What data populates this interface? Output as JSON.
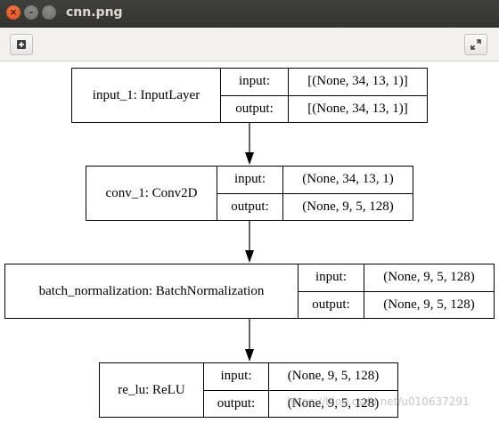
{
  "window": {
    "title": "cnn.png"
  },
  "toolbar": {
    "left_icon": "plus-icon",
    "right_icon": "fullscreen-icon"
  },
  "nodes": [
    {
      "name": "input_1: InputLayer",
      "input_label": "input:",
      "output_label": "output:",
      "input": "[(None, 34, 13, 1)]",
      "output": "[(None, 34, 13, 1)]"
    },
    {
      "name": "conv_1: Conv2D",
      "input_label": "input:",
      "output_label": "output:",
      "input": "(None, 34, 13, 1)",
      "output": "(None, 9, 5, 128)"
    },
    {
      "name": "batch_normalization: BatchNormalization",
      "input_label": "input:",
      "output_label": "output:",
      "input": "(None, 9, 5, 128)",
      "output": "(None, 9, 5, 128)"
    },
    {
      "name": "re_lu: ReLU",
      "input_label": "input:",
      "output_label": "output:",
      "input": "(None, 9, 5, 128)",
      "output": "(None, 9, 5, 128)"
    }
  ],
  "watermark": "https://blog.csdn.net/u010637291"
}
